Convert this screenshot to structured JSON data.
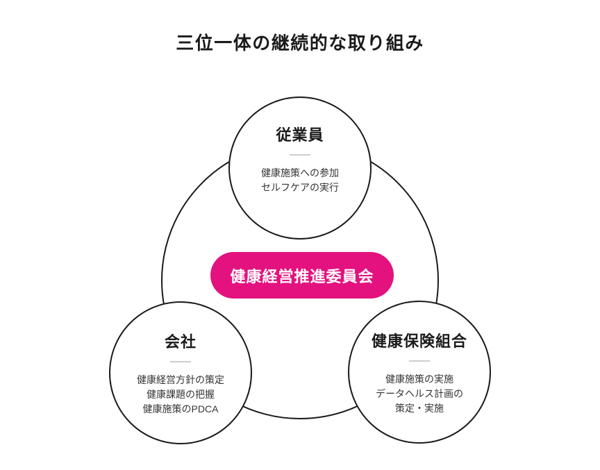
{
  "title": "三位一体の継続的な取り組み",
  "colors": {
    "background": "#ffffff",
    "accent_pink": "#e3127f",
    "circle_stroke": "#1a1a1a",
    "heading_text": "#1a1a1a",
    "body_text": "#333333",
    "divider": "#cccccc",
    "pill_text": "#ffffff"
  },
  "center_pill": {
    "label": "健康経営推進委員会"
  },
  "circles": [
    {
      "id": "employees",
      "heading": "従業員",
      "lines": [
        "健康施策への参加",
        "セルフケアの実行"
      ]
    },
    {
      "id": "company",
      "heading": "会社",
      "lines": [
        "健康経営方針の策定",
        "健康課題の把握",
        "健康施策のPDCA"
      ]
    },
    {
      "id": "health-insurance-union",
      "heading": "健康保険組合",
      "lines": [
        "健康施策の実施",
        "データヘルス計画の",
        "策定・実施"
      ]
    }
  ]
}
